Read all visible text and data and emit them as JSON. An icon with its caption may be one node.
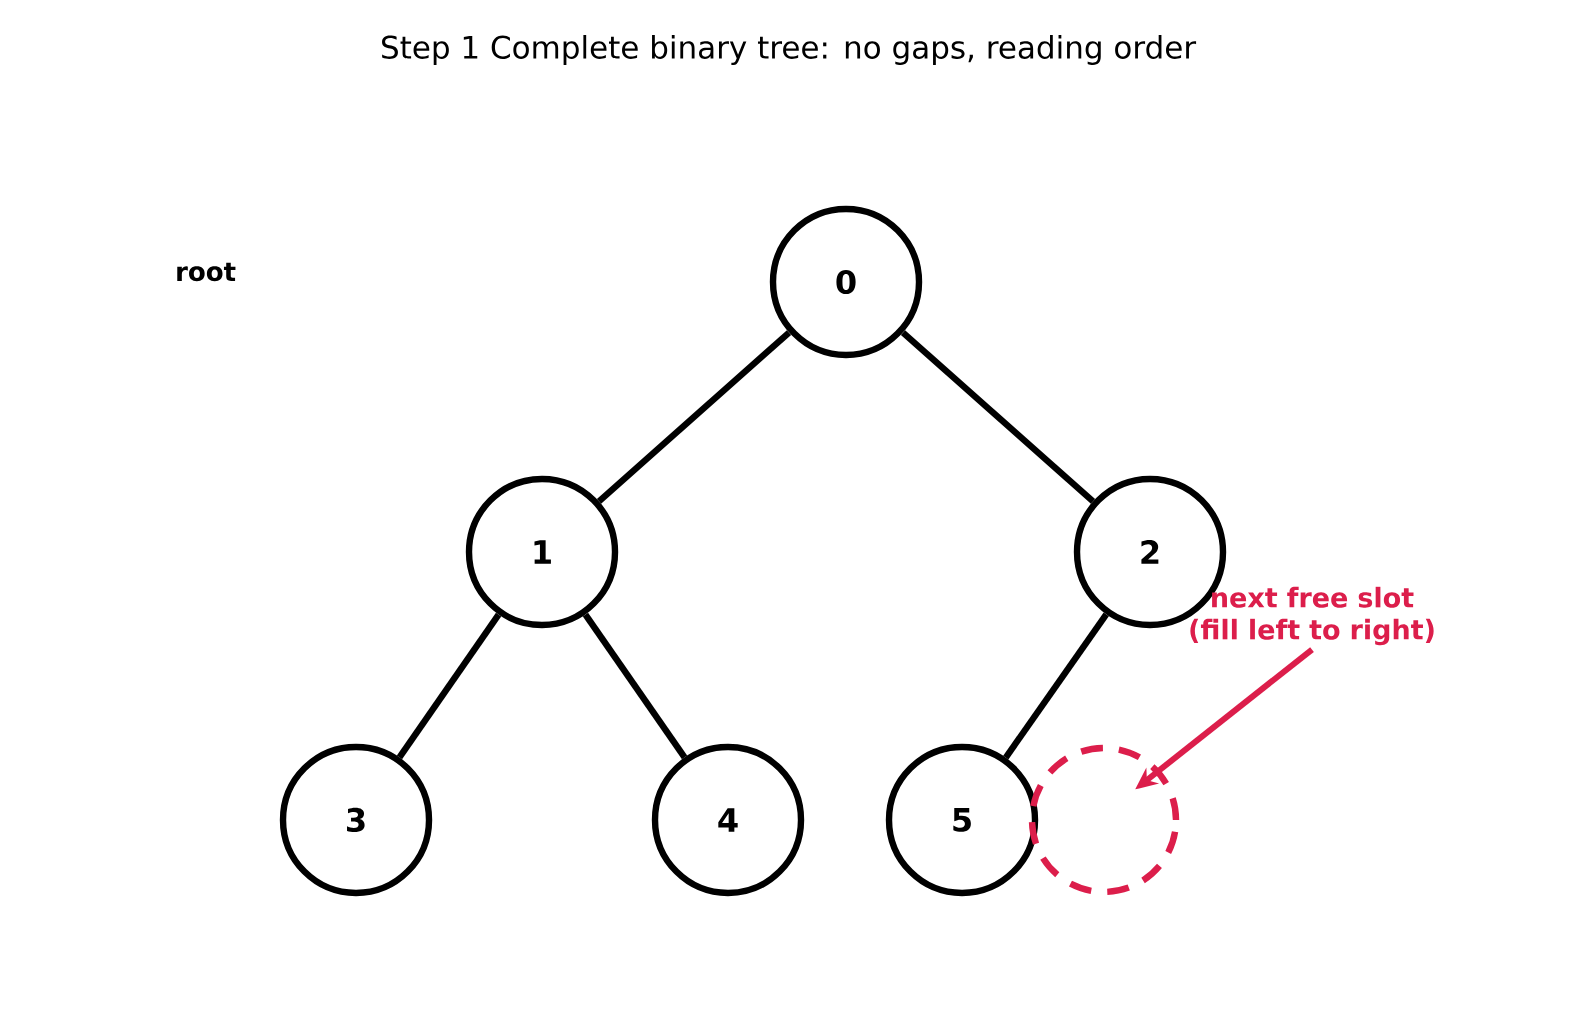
{
  "diagram": {
    "title": "Step 1  Complete binary tree: no gaps, reading order",
    "nodes": [
      {
        "text": [
          "0"
        ]
      },
      {
        "text": [
          "1"
        ]
      },
      {
        "text": [
          "2"
        ]
      },
      {
        "text": [
          "3"
        ]
      },
      {
        "text": [
          "4"
        ]
      },
      {
        "text": [
          "5"
        ]
      },
      {
        "text": [],
        "shape": "circle"
      },
      {
        "text": [
          "next free slot (fill left to right)"
        ]
      }
    ],
    "edges": [
      {
        "from": 0,
        "to": 1,
        "arrow": "none"
      },
      {
        "from": 0,
        "to": 2,
        "arrow": "none"
      },
      {
        "from": 1,
        "to": 3,
        "arrow": "none"
      },
      {
        "from": 1,
        "to": 4,
        "arrow": "none"
      },
      {
        "from": 2,
        "to": 5,
        "arrow": "none"
      },
      {
        "from": 7,
        "to": 6,
        "arrow": "to",
        "color": "#dc1e4b"
      }
    ],
    "labels": [
      "root"
    ]
  }
}
